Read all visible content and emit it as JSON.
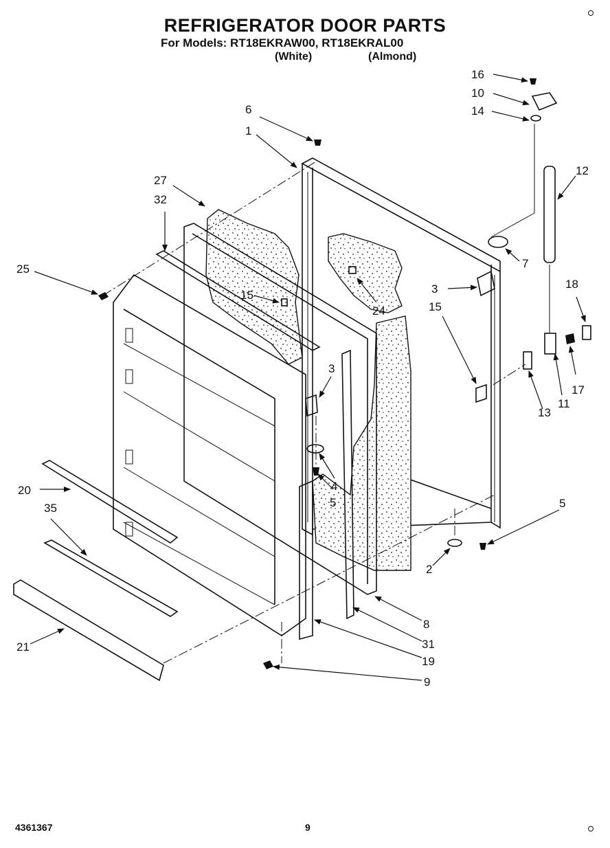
{
  "header": {
    "title": "REFRIGERATOR DOOR PARTS",
    "models_line": "For Models: RT18EKRAW00, RT18EKRAL00",
    "finish_white": "(White)",
    "finish_almond": "(Almond)"
  },
  "footer": {
    "document_number": "4361367",
    "page_number": "9"
  },
  "callouts": [
    {
      "id": "16",
      "label": "16"
    },
    {
      "id": "10",
      "label": "10"
    },
    {
      "id": "14",
      "label": "14"
    },
    {
      "id": "12",
      "label": "12"
    },
    {
      "id": "6",
      "label": "6"
    },
    {
      "id": "1",
      "label": "1"
    },
    {
      "id": "27",
      "label": "27"
    },
    {
      "id": "32",
      "label": "32"
    },
    {
      "id": "7",
      "label": "7"
    },
    {
      "id": "25",
      "label": "25"
    },
    {
      "id": "3a",
      "label": "3"
    },
    {
      "id": "15a",
      "label": "15"
    },
    {
      "id": "24",
      "label": "24"
    },
    {
      "id": "18",
      "label": "18"
    },
    {
      "id": "15b",
      "label": "15"
    },
    {
      "id": "3b",
      "label": "3"
    },
    {
      "id": "17",
      "label": "17"
    },
    {
      "id": "11",
      "label": "11"
    },
    {
      "id": "13",
      "label": "13"
    },
    {
      "id": "4",
      "label": "4"
    },
    {
      "id": "5a",
      "label": "5"
    },
    {
      "id": "20",
      "label": "20"
    },
    {
      "id": "35",
      "label": "35"
    },
    {
      "id": "5b",
      "label": "5"
    },
    {
      "id": "2",
      "label": "2"
    },
    {
      "id": "8",
      "label": "8"
    },
    {
      "id": "31",
      "label": "31"
    },
    {
      "id": "21",
      "label": "21"
    },
    {
      "id": "19",
      "label": "19"
    },
    {
      "id": "9",
      "label": "9"
    }
  ]
}
